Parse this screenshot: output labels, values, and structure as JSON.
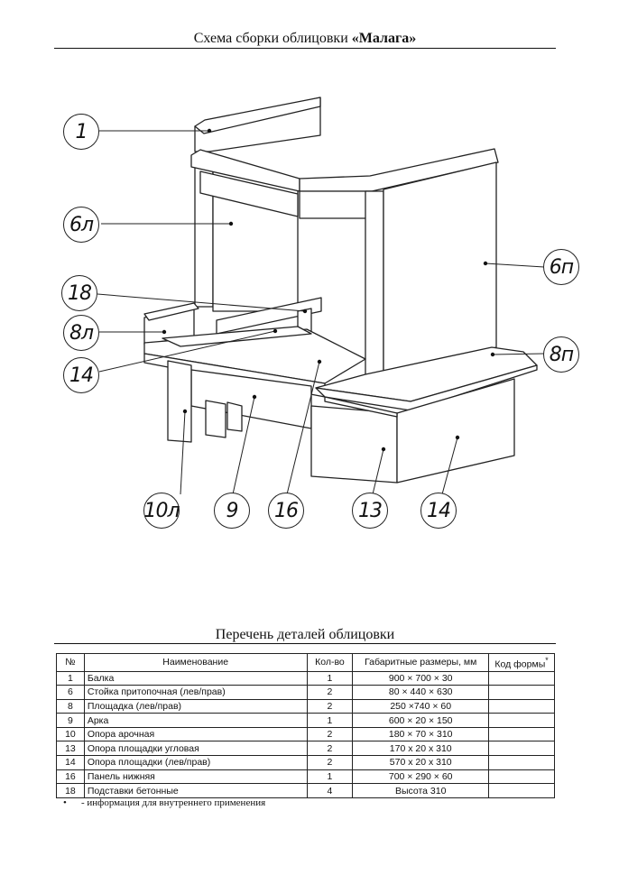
{
  "header": {
    "title_prefix": "Схема сборки облицовки",
    "title_name": "«Малага»"
  },
  "diagram": {
    "callouts": [
      "1",
      "6л",
      "18",
      "8л",
      "14",
      "10л",
      "9",
      "16",
      "13",
      "14",
      "6п",
      "8п"
    ]
  },
  "table": {
    "title": "Перечень деталей облицовки",
    "headers": {
      "num": "№",
      "name": "Наименование",
      "qty": "Кол-во",
      "dims": "Габаритные размеры, мм",
      "code": "Код формы",
      "code_mark": "*"
    },
    "rows": [
      {
        "num": "1",
        "name": "Балка",
        "qty": "1",
        "dims": "900 × 700 × 30",
        "code": ""
      },
      {
        "num": "6",
        "name": "Стойка притопочная (лев/прав)",
        "qty": "2",
        "dims": "80 × 440 × 630",
        "code": ""
      },
      {
        "num": "8",
        "name": "Площадка (лев/прав)",
        "qty": "2",
        "dims": "250 ×740 × 60",
        "code": ""
      },
      {
        "num": "9",
        "name": "Арка",
        "qty": "1",
        "dims": "600 × 20 × 150",
        "code": ""
      },
      {
        "num": "10",
        "name": "Опора арочная",
        "qty": "2",
        "dims": "180 × 70 × 310",
        "code": ""
      },
      {
        "num": "13",
        "name": "Опора площадки угловая",
        "qty": "2",
        "dims": "170 x 20 x 310",
        "code": ""
      },
      {
        "num": "14",
        "name": "Опора площадки (лев/прав)",
        "qty": "2",
        "dims": "570 x 20 x 310",
        "code": ""
      },
      {
        "num": "16",
        "name": "Панель нижняя",
        "qty": "1",
        "dims": "700 × 290 × 60",
        "code": ""
      },
      {
        "num": "18",
        "name": "Подставки бетонные",
        "qty": "4",
        "dims": "Высота 310",
        "code": ""
      }
    ]
  },
  "footnote": {
    "bullet": "•",
    "text": "- информация для внутреннего применения"
  }
}
